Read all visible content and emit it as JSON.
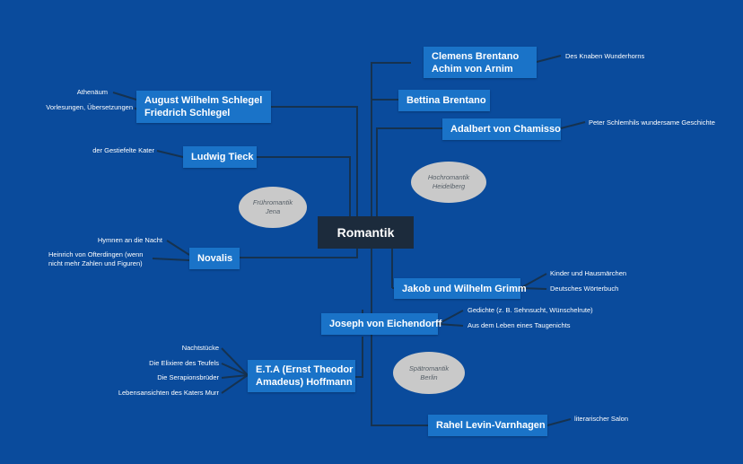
{
  "center": "Romantik",
  "nodes": {
    "brentano_arnim": [
      "Clemens Brentano",
      "Achim von Arnim"
    ],
    "bettina": "Bettina Brentano",
    "chamisso": "Adalbert von Chamisso",
    "schlegel": [
      "August Wilhelm Schlegel",
      "Friedrich Schlegel"
    ],
    "tieck": "Ludwig Tieck",
    "novalis": "Novalis",
    "grimm": "Jakob und Wilhelm Grimm",
    "eichendorff": "Joseph von Eichendorff",
    "hoffmann": [
      "E.T.A (Ernst Theodor",
      "Amadeus) Hoffmann"
    ],
    "levin": "Rahel Levin-Varnhagen"
  },
  "leaves": {
    "wunderhorn": "Des  Knaben  Wunderhorns",
    "schlemihl": "Peter Schlemhils wundersame Geschichte",
    "athenaeum": "Athenäum",
    "vorlesungen": "Vorlesungen, Übersetzungen",
    "kater": "der Gestiefelte Kater",
    "hymnen": "Hymnen an die Nacht",
    "ofterdingen": [
      "Heinrich von Ofterdingen (wenn",
      "nicht mehr Zahlen und Figuren)"
    ],
    "maerchen": "Kinder und Hausmärchen",
    "woerterbuch": "Deutsches Wörterbuch",
    "gedichte": "Gedichte (z. B. Sehnsucht, Wünschelrute)",
    "taugenichts": "Aus dem Leben eines Taugenichts",
    "nachtstuecke": "Nachtstücke",
    "elixiere": "Die Elixiere des Teufels",
    "serapion": "Die Serapionsbrüder",
    "murr": "Lebensansichten des Katers Murr",
    "salon": "literarischer Salon"
  },
  "epochs": {
    "frueh": [
      "Frühromantik",
      "Jena"
    ],
    "hoch": [
      "Hochromantik",
      "Heidelberg"
    ],
    "spaet": [
      "Spätromantik",
      "Berlin"
    ]
  },
  "colors": {
    "background": "#0a4b9c",
    "node": "#1a73c8",
    "center": "#1c2b3c",
    "connector": "#16324f",
    "ellipse": "#c9c9c9"
  }
}
